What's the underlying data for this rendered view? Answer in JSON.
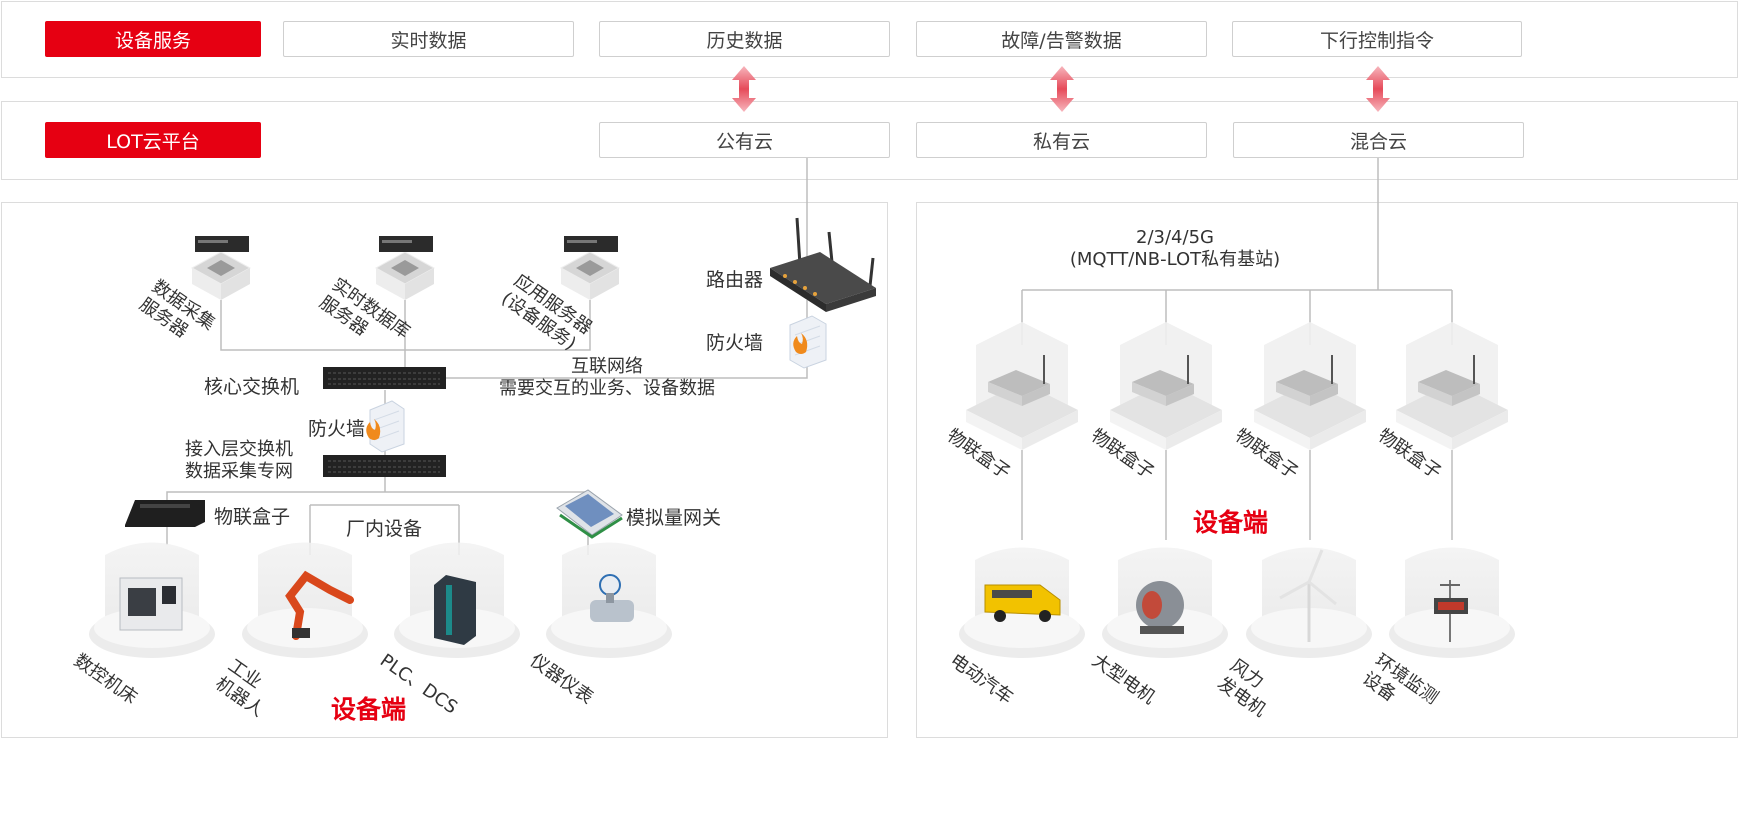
{
  "top_row": {
    "label": "设备服务",
    "items": [
      "实时数据",
      "历史数据",
      "故障/告警数据",
      "下行控制指令"
    ]
  },
  "cloud_row": {
    "label": "LOT云平台",
    "items": [
      "公有云",
      "私有云",
      "混合云"
    ]
  },
  "left_panel": {
    "servers": [
      {
        "lines": [
          "数据采集",
          "服务器"
        ]
      },
      {
        "lines": [
          "实时数据库",
          "服务器"
        ]
      },
      {
        "lines": [
          "应用服务器",
          "(设备服务)"
        ]
      }
    ],
    "router_label": "路由器",
    "firewall_label": "防火墙",
    "core_switch_label": "核心交换机",
    "internet_lines": [
      "互联网络",
      "需要交互的业务、设备数据"
    ],
    "firewall2_label": "防火墙",
    "access_switch_lines": [
      "接入层交换机",
      "数据采集专网"
    ],
    "iot_box_label": "物联盒子",
    "factory_label": "厂内设备",
    "gateway_label": "模拟量网关",
    "devices": [
      {
        "lines": [
          "数控机床"
        ]
      },
      {
        "lines": [
          "工业",
          "机器人"
        ]
      },
      {
        "lines": [
          "PLC、DCS"
        ]
      },
      {
        "lines": [
          "仪器仪表"
        ]
      }
    ],
    "title": "设备端"
  },
  "right_panel": {
    "network_lines": [
      "2/3/4/5G",
      "(MQTT/NB-LOT私有基站)"
    ],
    "boxes": [
      "物联盒子",
      "物联盒子",
      "物联盒子",
      "物联盒子"
    ],
    "title": "设备端",
    "devices": [
      {
        "lines": [
          "电动汽车"
        ]
      },
      {
        "lines": [
          "大型电机"
        ]
      },
      {
        "lines": [
          "风力",
          "发电机"
        ]
      },
      {
        "lines": [
          "环境监测",
          "设备"
        ]
      }
    ]
  },
  "colors": {
    "accent": "#e60012",
    "border": "#dcdcdc",
    "line": "#bdbdbd"
  }
}
